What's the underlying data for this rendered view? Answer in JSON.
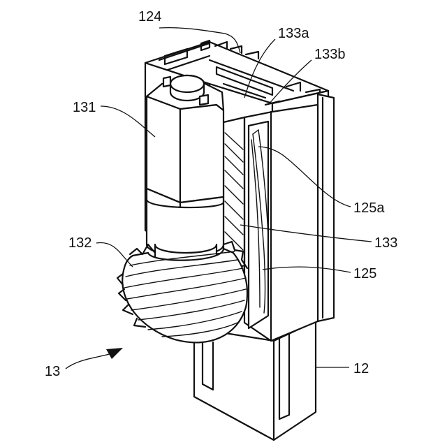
{
  "labels": {
    "l124": "124",
    "l133a": "133a",
    "l133b": "133b",
    "l131": "131",
    "l125a": "125a",
    "l133": "133",
    "l132": "132",
    "l125": "125",
    "l13": "13",
    "l12": "12"
  }
}
